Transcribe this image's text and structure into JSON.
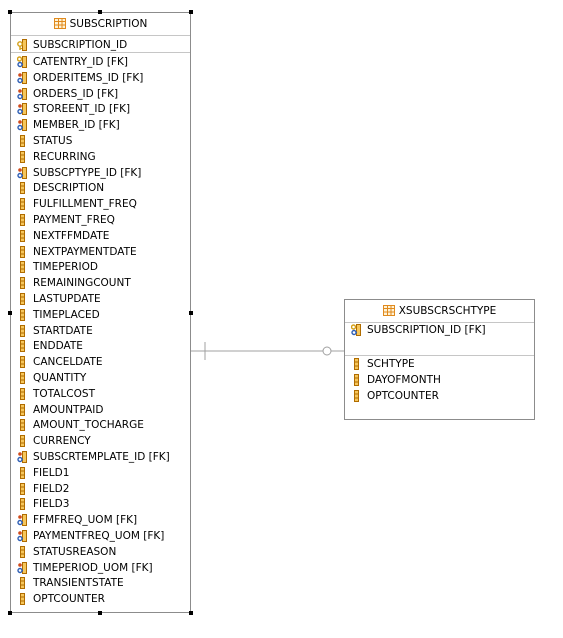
{
  "colors": {
    "border": "#8c8c8c",
    "divider": "#c6c6c6",
    "connector": "#a0a0a0",
    "column_icon": "#d08a00",
    "key_icon_gold": "#d4a017",
    "key_icon_blue": "#2f5fb5",
    "table_icon": "#e08a1e"
  },
  "subscription": {
    "title": "SUBSCRIPTION",
    "title_icon": "table-icon",
    "primary_key_columns": [
      {
        "name": "SUBSCRIPTION_ID",
        "icon": "primary-key-icon"
      }
    ],
    "columns": [
      {
        "name": "CATENTRY_ID [FK]",
        "icon": "primary-foreign-key-icon"
      },
      {
        "name": "ORDERITEMS_ID [FK]",
        "icon": "foreign-key-icon"
      },
      {
        "name": "ORDERS_ID [FK]",
        "icon": "foreign-key-icon"
      },
      {
        "name": "STOREENT_ID [FK]",
        "icon": "foreign-key-icon"
      },
      {
        "name": "MEMBER_ID [FK]",
        "icon": "foreign-key-icon"
      },
      {
        "name": "STATUS",
        "icon": "column-icon"
      },
      {
        "name": "RECURRING",
        "icon": "column-icon"
      },
      {
        "name": "SUBSCPTYPE_ID [FK]",
        "icon": "foreign-key-icon"
      },
      {
        "name": "DESCRIPTION",
        "icon": "column-icon"
      },
      {
        "name": "FULFILLMENT_FREQ",
        "icon": "column-icon"
      },
      {
        "name": "PAYMENT_FREQ",
        "icon": "column-icon"
      },
      {
        "name": "NEXTFFMDATE",
        "icon": "column-icon"
      },
      {
        "name": "NEXTPAYMENTDATE",
        "icon": "column-icon"
      },
      {
        "name": "TIMEPERIOD",
        "icon": "column-icon"
      },
      {
        "name": "REMAININGCOUNT",
        "icon": "column-icon"
      },
      {
        "name": "LASTUPDATE",
        "icon": "column-icon"
      },
      {
        "name": "TIMEPLACED",
        "icon": "column-icon"
      },
      {
        "name": "STARTDATE",
        "icon": "column-icon"
      },
      {
        "name": "ENDDATE",
        "icon": "column-icon"
      },
      {
        "name": "CANCELDATE",
        "icon": "column-icon"
      },
      {
        "name": "QUANTITY",
        "icon": "column-icon"
      },
      {
        "name": "TOTALCOST",
        "icon": "column-icon"
      },
      {
        "name": "AMOUNTPAID",
        "icon": "column-icon"
      },
      {
        "name": "AMOUNT_TOCHARGE",
        "icon": "column-icon"
      },
      {
        "name": "CURRENCY",
        "icon": "column-icon"
      },
      {
        "name": "SUBSCRTEMPLATE_ID [FK]",
        "icon": "foreign-key-icon"
      },
      {
        "name": "FIELD1",
        "icon": "column-icon"
      },
      {
        "name": "FIELD2",
        "icon": "column-icon"
      },
      {
        "name": "FIELD3",
        "icon": "column-icon"
      },
      {
        "name": "FFMFREQ_UOM [FK]",
        "icon": "foreign-key-icon"
      },
      {
        "name": "PAYMENTFREQ_UOM [FK]",
        "icon": "foreign-key-icon"
      },
      {
        "name": "STATUSREASON",
        "icon": "column-icon"
      },
      {
        "name": "TIMEPERIOD_UOM [FK]",
        "icon": "foreign-key-icon"
      },
      {
        "name": "TRANSIENTSTATE",
        "icon": "column-icon"
      },
      {
        "name": "OPTCOUNTER",
        "icon": "column-icon"
      }
    ]
  },
  "xsubscrschtype": {
    "title": "XSUBSCRSCHTYPE",
    "title_icon": "table-icon",
    "primary_key_columns": [
      {
        "name": "SUBSCRIPTION_ID [FK]",
        "icon": "primary-foreign-key-icon"
      }
    ],
    "columns": [
      {
        "name": "SCHTYPE",
        "icon": "column-icon"
      },
      {
        "name": "DAYOFMONTH",
        "icon": "column-icon"
      },
      {
        "name": "OPTCOUNTER",
        "icon": "column-icon"
      }
    ]
  },
  "relationship": {
    "from": "SUBSCRIPTION",
    "to": "XSUBSCRSCHTYPE",
    "from_end": "one-bar",
    "to_end": "zero-or-one-circle"
  }
}
